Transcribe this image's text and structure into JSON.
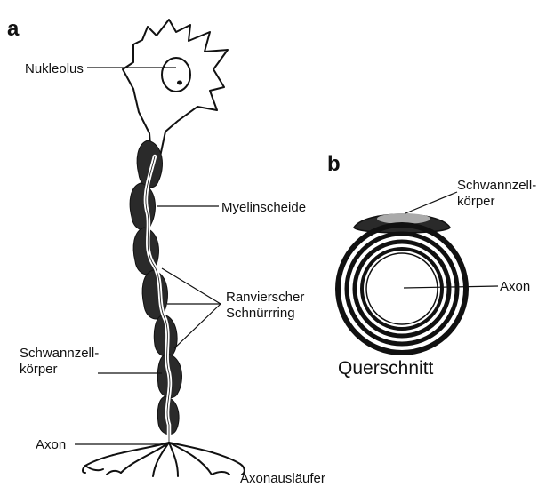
{
  "panel_a_letter": "a",
  "panel_b_letter": "b",
  "labels": {
    "nucleolus": "Nukleolus",
    "myelin_sheath": "Myelinscheide",
    "ranvier_line1": "Ranvierscher",
    "ranvier_line2": "Schnürrring",
    "schwann_a_line1": "Schwannzell-",
    "schwann_a_line2": "körper",
    "axon_a": "Axon",
    "axon_terminals": "Axonausläufer",
    "schwann_b_line1": "Schwannzell-",
    "schwann_b_line2": "körper",
    "axon_b": "Axon",
    "cross_section": "Querschnitt"
  },
  "colors": {
    "ink": "#111111",
    "myelin": "#2a2a2a",
    "paper": "#ffffff"
  }
}
